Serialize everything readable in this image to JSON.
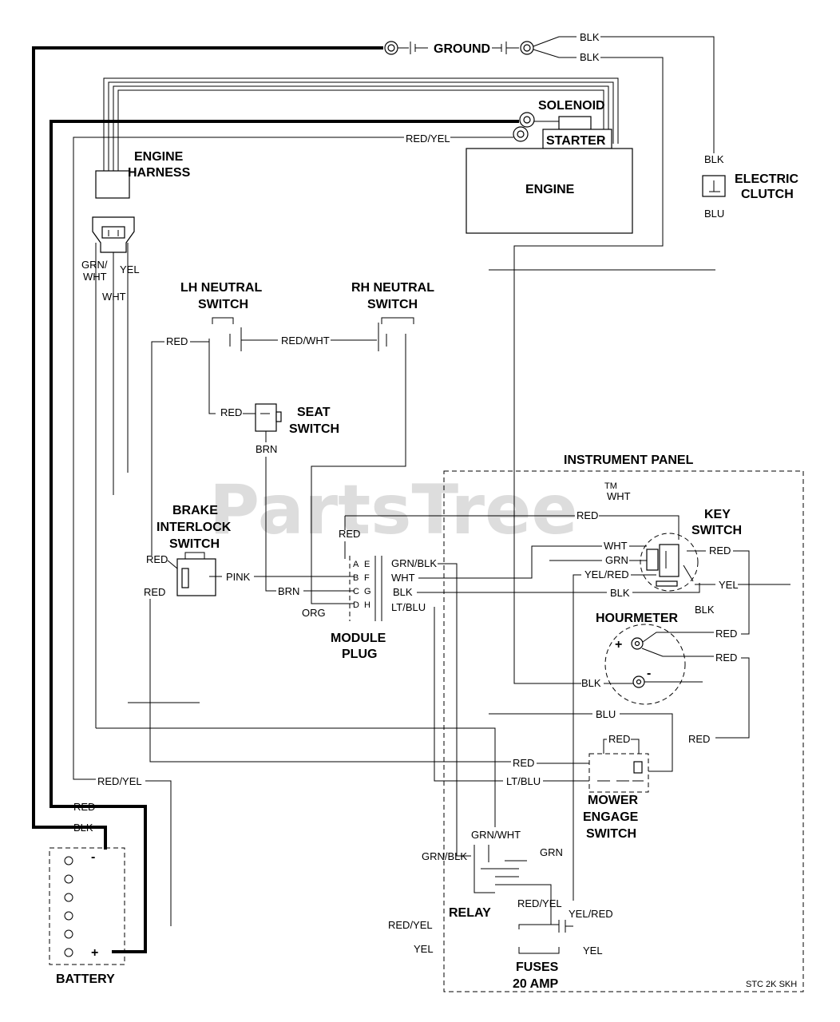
{
  "watermark": "PartsTree",
  "watermark_tm": "TM",
  "components": {
    "ground": "GROUND",
    "solenoid": "SOLENOID",
    "starter": "STARTER",
    "engine_harness_1": "ENGINE",
    "engine_harness_2": "HARNESS",
    "engine": "ENGINE",
    "electric_clutch_1": "ELECTRIC",
    "electric_clutch_2": "CLUTCH",
    "lh_neutral_1": "LH NEUTRAL",
    "lh_neutral_2": "SWITCH",
    "rh_neutral_1": "RH NEUTRAL",
    "rh_neutral_2": "SWITCH",
    "seat_switch_1": "SEAT",
    "seat_switch_2": "SWITCH",
    "brake_1": "BRAKE",
    "brake_2": "INTERLOCK",
    "brake_3": "SWITCH",
    "module_plug_1": "MODULE",
    "module_plug_2": "PLUG",
    "instrument_panel": "INSTRUMENT PANEL",
    "key_switch_1": "KEY",
    "key_switch_2": "SWITCH",
    "hourmeter": "HOURMETER",
    "mower_engage_1": "MOWER",
    "mower_engage_2": "ENGAGE",
    "mower_engage_3": "SWITCH",
    "relay": "RELAY",
    "fuses_1": "FUSES",
    "fuses_2": "20 AMP",
    "battery": "BATTERY",
    "drawing_code": "STC 2K SKH"
  },
  "wires": {
    "blk_a": "BLK",
    "blk_b": "BLK",
    "red_yel_top": "RED/YEL",
    "blk_clutch": "BLK",
    "blu_clutch": "BLU",
    "grn_wht_h": "GRN/",
    "grn_wht_h2": "WHT",
    "yel_h": "YEL",
    "wht_h": "WHT",
    "red_lh": "RED",
    "red_wht": "RED/WHT",
    "red_seat": "RED",
    "brn_seat": "BRN",
    "wht_ip": "WHT",
    "red_key": "RED",
    "red_module": "RED",
    "red_brake_top": "RED",
    "red_brake_bot": "RED",
    "pink": "PINK",
    "brn_module": "BRN",
    "org": "ORG",
    "grn_blk": "GRN/BLK",
    "wht_mod": "WHT",
    "blk_mod": "BLK",
    "lt_blu_mod": "LT/BLU",
    "wht_key": "WHT",
    "grn_key": "GRN",
    "yel_red_key": "YEL/RED",
    "blk_key": "BLK",
    "red_key_r": "RED",
    "yel_key_r": "YEL",
    "blk_key_r": "BLK",
    "red_hr1": "RED",
    "red_hr2": "RED",
    "blk_hr": "BLK",
    "blu_mid": "BLU",
    "red_mower1": "RED",
    "red_mower2": "RED",
    "red_mower3": "RED",
    "lt_blu_mower": "LT/BLU",
    "red_yel_bot": "RED/YEL",
    "red_batt": "RED",
    "blk_batt": "BLK",
    "grn_wht_relay": "GRN/WHT",
    "grn_relay": "GRN",
    "grn_blk_relay": "GRN/BLK",
    "red_yel_relay": "RED/YEL",
    "yel_red_relay": "YEL/RED",
    "red_yel_left": "RED/YEL",
    "yel_left": "YEL",
    "yel_right": "YEL"
  },
  "module_pins": {
    "left": [
      "A",
      "B",
      "C",
      "D"
    ],
    "right": [
      "E",
      "F",
      "G",
      "H"
    ]
  },
  "terminals": {
    "plus": "+",
    "minus": "-",
    "batt_minus": "-",
    "batt_plus": "+"
  }
}
